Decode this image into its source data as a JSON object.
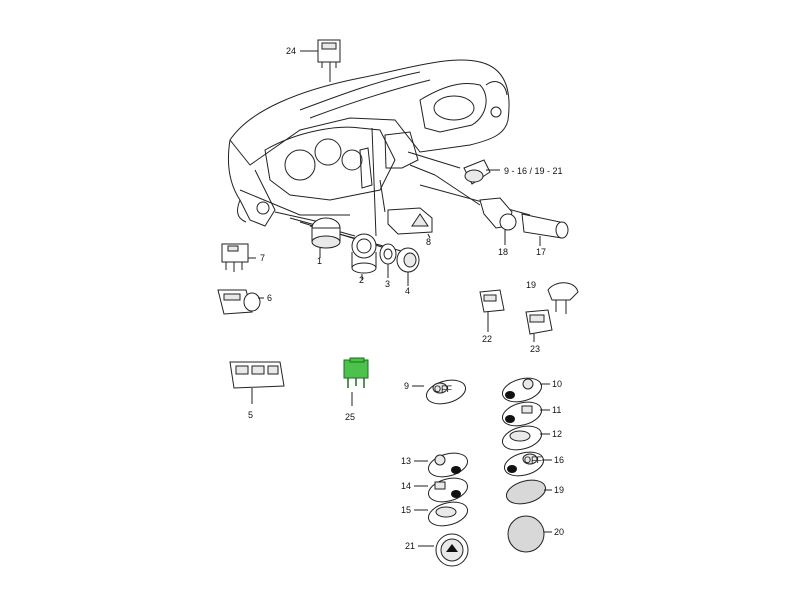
{
  "labels": {
    "l1": "1",
    "l2": "2",
    "l3": "3",
    "l4": "4",
    "l5": "5",
    "l6": "6",
    "l7": "7",
    "l8": "8",
    "l9": "9",
    "l10": "10",
    "l11": "11",
    "l12": "12",
    "l13": "13",
    "l14": "14",
    "l15": "15",
    "l16": "16",
    "l17": "17",
    "l18": "18",
    "l19a": "19",
    "l19b": "19",
    "l20": "20",
    "l21": "21",
    "l22": "22",
    "l23": "23",
    "l24": "24",
    "l25": "25",
    "l9range": "9 - 16 / 19 - 21"
  },
  "button_texts": {
    "off": "OFF"
  },
  "colors": {
    "highlight": "#4cc24c",
    "line": "#222222"
  }
}
